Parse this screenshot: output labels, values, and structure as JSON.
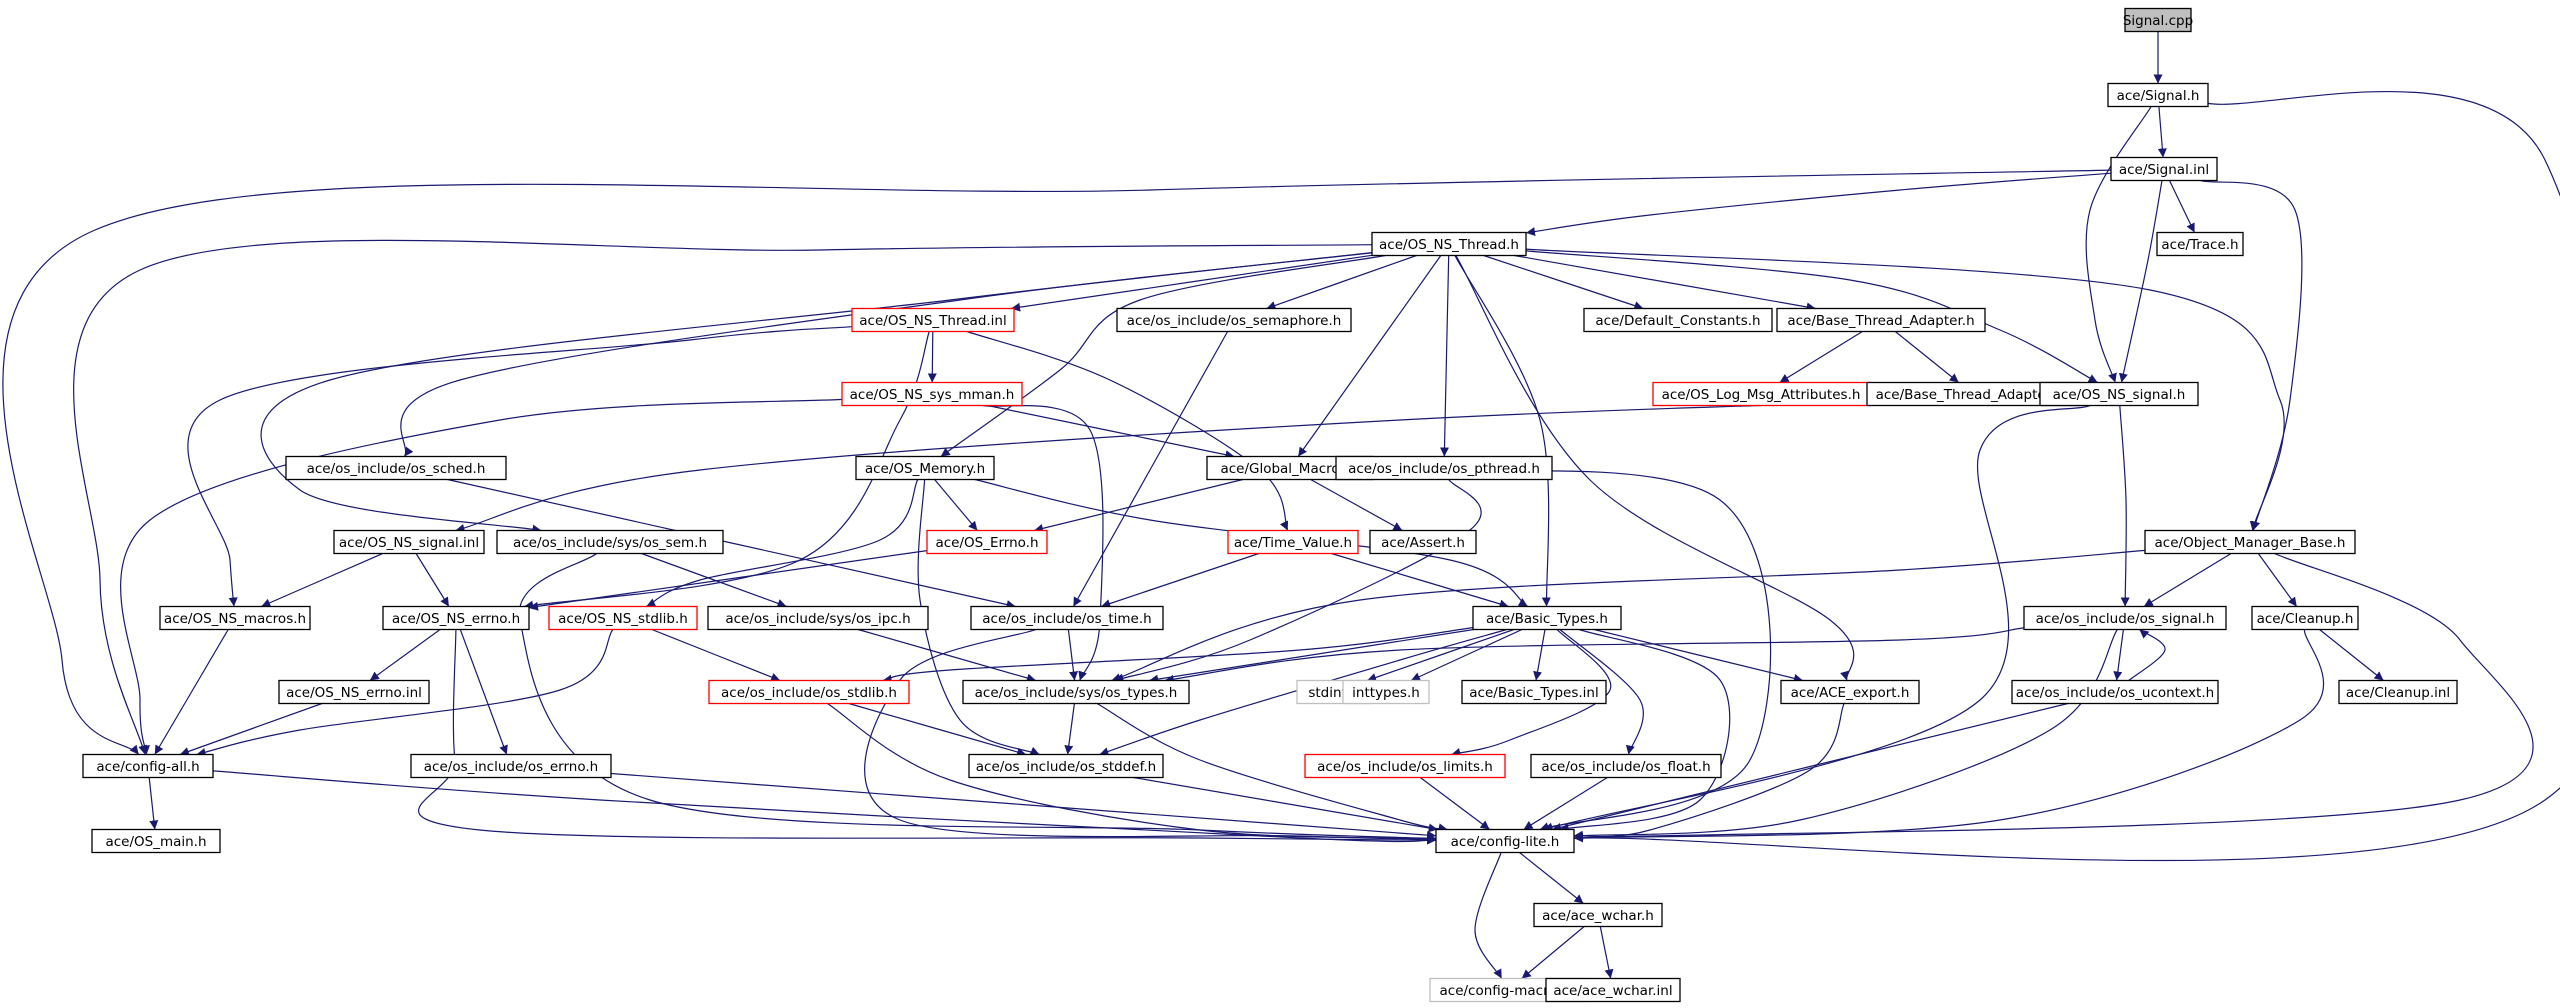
{
  "nodes": [
    {
      "id": "signal_cpp",
      "label": "Signal.cpp",
      "style": "root"
    },
    {
      "id": "signal_h",
      "label": "ace/Signal.h",
      "style": "normal"
    },
    {
      "id": "signal_inl",
      "label": "ace/Signal.inl",
      "style": "normal"
    },
    {
      "id": "os_ns_thread_h",
      "label": "ace/OS_NS_Thread.h",
      "style": "normal"
    },
    {
      "id": "trace_h",
      "label": "ace/Trace.h",
      "style": "normal"
    },
    {
      "id": "os_ns_thread_inl",
      "label": "ace/OS_NS_Thread.inl",
      "style": "red"
    },
    {
      "id": "os_semaphore_h",
      "label": "ace/os_include/os_semaphore.h",
      "style": "normal"
    },
    {
      "id": "default_constants_h",
      "label": "ace/Default_Constants.h",
      "style": "normal"
    },
    {
      "id": "base_thread_adapter_h",
      "label": "ace/Base_Thread_Adapter.h",
      "style": "normal"
    },
    {
      "id": "os_ns_sys_mman_h",
      "label": "ace/OS_NS_sys_mman.h",
      "style": "red"
    },
    {
      "id": "os_log_msg_attributes_h",
      "label": "ace/OS_Log_Msg_Attributes.h",
      "style": "red"
    },
    {
      "id": "base_thread_adapter_inl",
      "label": "ace/Base_Thread_Adapter.inl",
      "style": "normal"
    },
    {
      "id": "os_ns_signal_h",
      "label": "ace/OS_NS_signal.h",
      "style": "normal"
    },
    {
      "id": "os_sched_h",
      "label": "ace/os_include/os_sched.h",
      "style": "normal"
    },
    {
      "id": "os_memory_h",
      "label": "ace/OS_Memory.h",
      "style": "normal"
    },
    {
      "id": "global_macros_h",
      "label": "ace/Global_Macros.h",
      "style": "normal"
    },
    {
      "id": "os_pthread_h",
      "label": "ace/os_include/os_pthread.h",
      "style": "normal"
    },
    {
      "id": "os_ns_signal_inl",
      "label": "ace/OS_NS_signal.inl",
      "style": "normal"
    },
    {
      "id": "sys_os_sem_h",
      "label": "ace/os_include/sys/os_sem.h",
      "style": "normal"
    },
    {
      "id": "os_errno_h",
      "label": "ace/OS_Errno.h",
      "style": "red"
    },
    {
      "id": "time_value_h",
      "label": "ace/Time_Value.h",
      "style": "red"
    },
    {
      "id": "assert_h",
      "label": "ace/Assert.h",
      "style": "normal"
    },
    {
      "id": "object_manager_base_h",
      "label": "ace/Object_Manager_Base.h",
      "style": "normal"
    },
    {
      "id": "os_ns_macros_h",
      "label": "ace/OS_NS_macros.h",
      "style": "normal"
    },
    {
      "id": "os_ns_errno_h",
      "label": "ace/OS_NS_errno.h",
      "style": "normal"
    },
    {
      "id": "os_ns_stdlib_h",
      "label": "ace/OS_NS_stdlib.h",
      "style": "red"
    },
    {
      "id": "sys_os_ipc_h",
      "label": "ace/os_include/sys/os_ipc.h",
      "style": "normal"
    },
    {
      "id": "os_time_h",
      "label": "ace/os_include/os_time.h",
      "style": "normal"
    },
    {
      "id": "basic_types_h",
      "label": "ace/Basic_Types.h",
      "style": "normal"
    },
    {
      "id": "os_signal_h",
      "label": "ace/os_include/os_signal.h",
      "style": "normal"
    },
    {
      "id": "cleanup_h",
      "label": "ace/Cleanup.h",
      "style": "normal"
    },
    {
      "id": "os_ns_errno_inl",
      "label": "ace/OS_NS_errno.inl",
      "style": "normal"
    },
    {
      "id": "os_stdlib_h",
      "label": "ace/os_include/os_stdlib.h",
      "style": "red"
    },
    {
      "id": "sys_os_types_h",
      "label": "ace/os_include/sys/os_types.h",
      "style": "normal"
    },
    {
      "id": "stdint_h",
      "label": "stdint.h",
      "style": "gray"
    },
    {
      "id": "inttypes_h",
      "label": "inttypes.h",
      "style": "gray"
    },
    {
      "id": "basic_types_inl",
      "label": "ace/Basic_Types.inl",
      "style": "normal"
    },
    {
      "id": "ace_export_h",
      "label": "ace/ACE_export.h",
      "style": "normal"
    },
    {
      "id": "os_ucontext_h",
      "label": "ace/os_include/os_ucontext.h",
      "style": "normal"
    },
    {
      "id": "cleanup_inl",
      "label": "ace/Cleanup.inl",
      "style": "normal"
    },
    {
      "id": "config_all_h",
      "label": "ace/config-all.h",
      "style": "normal"
    },
    {
      "id": "os_errno_h2",
      "label": "ace/os_include/os_errno.h",
      "style": "normal"
    },
    {
      "id": "os_stddef_h",
      "label": "ace/os_include/os_stddef.h",
      "style": "normal"
    },
    {
      "id": "os_limits_h",
      "label": "ace/os_include/os_limits.h",
      "style": "red"
    },
    {
      "id": "os_float_h",
      "label": "ace/os_include/os_float.h",
      "style": "normal"
    },
    {
      "id": "os_main_h",
      "label": "ace/OS_main.h",
      "style": "normal"
    },
    {
      "id": "config_lite_h",
      "label": "ace/config-lite.h",
      "style": "normal"
    },
    {
      "id": "ace_wchar_h",
      "label": "ace/ace_wchar.h",
      "style": "normal"
    },
    {
      "id": "config_macros_h",
      "label": "ace/config-macros.h",
      "style": "gray"
    },
    {
      "id": "ace_wchar_inl",
      "label": "ace/ace_wchar.inl",
      "style": "normal"
    }
  ],
  "edges": [
    [
      "signal_cpp",
      "signal_h"
    ],
    [
      "signal_h",
      "signal_inl"
    ],
    [
      "signal_h",
      "os_ns_signal_h"
    ],
    [
      "signal_h",
      "config_lite_h"
    ],
    [
      "signal_inl",
      "os_ns_thread_h"
    ],
    [
      "signal_inl",
      "trace_h"
    ],
    [
      "signal_inl",
      "os_ns_signal_h"
    ],
    [
      "signal_inl",
      "object_manager_base_h"
    ],
    [
      "signal_inl",
      "config_all_h"
    ],
    [
      "os_ns_thread_h",
      "os_ns_thread_inl"
    ],
    [
      "os_ns_thread_h",
      "os_semaphore_h"
    ],
    [
      "os_ns_thread_h",
      "default_constants_h"
    ],
    [
      "os_ns_thread_h",
      "base_thread_adapter_h"
    ],
    [
      "os_ns_thread_h",
      "os_ns_signal_h"
    ],
    [
      "os_ns_thread_h",
      "object_manager_base_h"
    ],
    [
      "os_ns_thread_h",
      "os_sched_h"
    ],
    [
      "os_ns_thread_h",
      "os_memory_h"
    ],
    [
      "os_ns_thread_h",
      "global_macros_h"
    ],
    [
      "os_ns_thread_h",
      "os_pthread_h"
    ],
    [
      "os_ns_thread_h",
      "basic_types_h"
    ],
    [
      "os_ns_thread_h",
      "ace_export_h"
    ],
    [
      "os_ns_thread_h",
      "sys_os_sem_h"
    ],
    [
      "os_ns_thread_h",
      "config_all_h"
    ],
    [
      "os_ns_thread_inl",
      "os_ns_sys_mman_h"
    ],
    [
      "os_ns_thread_inl",
      "time_value_h"
    ],
    [
      "os_ns_thread_inl",
      "os_ns_macros_h"
    ],
    [
      "os_ns_thread_inl",
      "os_ns_errno_h"
    ],
    [
      "base_thread_adapter_h",
      "os_log_msg_attributes_h"
    ],
    [
      "base_thread_adapter_h",
      "base_thread_adapter_inl"
    ],
    [
      "os_semaphore_h",
      "os_time_h"
    ],
    [
      "os_ns_sys_mman_h",
      "global_macros_h"
    ],
    [
      "os_ns_sys_mman_h",
      "sys_os_types_h"
    ],
    [
      "os_ns_sys_mman_h",
      "config_all_h"
    ],
    [
      "os_ns_signal_h",
      "os_ns_signal_inl"
    ],
    [
      "os_ns_signal_h",
      "os_signal_h"
    ],
    [
      "os_ns_signal_h",
      "config_lite_h"
    ],
    [
      "os_sched_h",
      "os_time_h"
    ],
    [
      "os_memory_h",
      "os_errno_h"
    ],
    [
      "os_memory_h",
      "os_ns_stdlib_h"
    ],
    [
      "os_memory_h",
      "basic_types_h"
    ],
    [
      "os_memory_h",
      "os_stddef_h"
    ],
    [
      "global_macros_h",
      "os_errno_h"
    ],
    [
      "global_macros_h",
      "assert_h"
    ],
    [
      "global_macros_h",
      "config_lite_h"
    ],
    [
      "os_pthread_h",
      "sys_os_types_h"
    ],
    [
      "os_ns_signal_inl",
      "os_ns_macros_h"
    ],
    [
      "os_ns_signal_inl",
      "os_ns_errno_h"
    ],
    [
      "sys_os_sem_h",
      "sys_os_ipc_h"
    ],
    [
      "sys_os_sem_h",
      "config_lite_h"
    ],
    [
      "os_errno_h",
      "os_ns_errno_h"
    ],
    [
      "time_value_h",
      "basic_types_h"
    ],
    [
      "time_value_h",
      "os_time_h"
    ],
    [
      "object_manager_base_h",
      "cleanup_h"
    ],
    [
      "object_manager_base_h",
      "os_signal_h"
    ],
    [
      "object_manager_base_h",
      "sys_os_types_h"
    ],
    [
      "object_manager_base_h",
      "config_lite_h"
    ],
    [
      "os_ns_macros_h",
      "config_all_h"
    ],
    [
      "os_ns_errno_h",
      "os_ns_errno_inl"
    ],
    [
      "os_ns_errno_h",
      "os_errno_h2"
    ],
    [
      "os_ns_errno_h",
      "config_lite_h"
    ],
    [
      "os_ns_stdlib_h",
      "os_stdlib_h"
    ],
    [
      "os_ns_stdlib_h",
      "config_all_h"
    ],
    [
      "sys_os_ipc_h",
      "sys_os_types_h"
    ],
    [
      "os_time_h",
      "sys_os_types_h"
    ],
    [
      "os_time_h",
      "config_lite_h"
    ],
    [
      "basic_types_h",
      "os_stdlib_h"
    ],
    [
      "basic_types_h",
      "sys_os_types_h"
    ],
    [
      "basic_types_h",
      "stdint_h"
    ],
    [
      "basic_types_h",
      "inttypes_h"
    ],
    [
      "basic_types_h",
      "basic_types_inl"
    ],
    [
      "basic_types_h",
      "ace_export_h"
    ],
    [
      "basic_types_h",
      "os_limits_h"
    ],
    [
      "basic_types_h",
      "os_float_h"
    ],
    [
      "basic_types_h",
      "os_stddef_h"
    ],
    [
      "basic_types_h",
      "config_lite_h"
    ],
    [
      "os_signal_h",
      "os_ucontext_h"
    ],
    [
      "os_signal_h",
      "sys_os_types_h"
    ],
    [
      "os_signal_h",
      "config_lite_h"
    ],
    [
      "cleanup_h",
      "cleanup_inl"
    ],
    [
      "cleanup_h",
      "config_lite_h"
    ],
    [
      "os_ns_errno_inl",
      "config_all_h"
    ],
    [
      "os_stdlib_h",
      "os_stddef_h"
    ],
    [
      "os_stdlib_h",
      "config_lite_h"
    ],
    [
      "sys_os_types_h",
      "os_stddef_h"
    ],
    [
      "sys_os_types_h",
      "config_lite_h"
    ],
    [
      "ace_export_h",
      "config_lite_h"
    ],
    [
      "os_ucontext_h",
      "os_signal_h"
    ],
    [
      "os_ucontext_h",
      "config_lite_h"
    ],
    [
      "config_all_h",
      "os_main_h"
    ],
    [
      "config_all_h",
      "config_lite_h"
    ],
    [
      "os_errno_h2",
      "config_lite_h"
    ],
    [
      "os_stddef_h",
      "config_lite_h"
    ],
    [
      "os_limits_h",
      "config_lite_h"
    ],
    [
      "os_float_h",
      "config_lite_h"
    ],
    [
      "config_lite_h",
      "ace_wchar_h"
    ],
    [
      "config_lite_h",
      "config_macros_h"
    ],
    [
      "ace_wchar_h",
      "config_macros_h"
    ],
    [
      "ace_wchar_h",
      "ace_wchar_inl"
    ]
  ],
  "colors": {
    "edge": "#191970",
    "normal_border": "#000000",
    "red_border": "#ff0000",
    "gray_border": "#bfbfbf",
    "root_fill": "#bfbfbf"
  }
}
